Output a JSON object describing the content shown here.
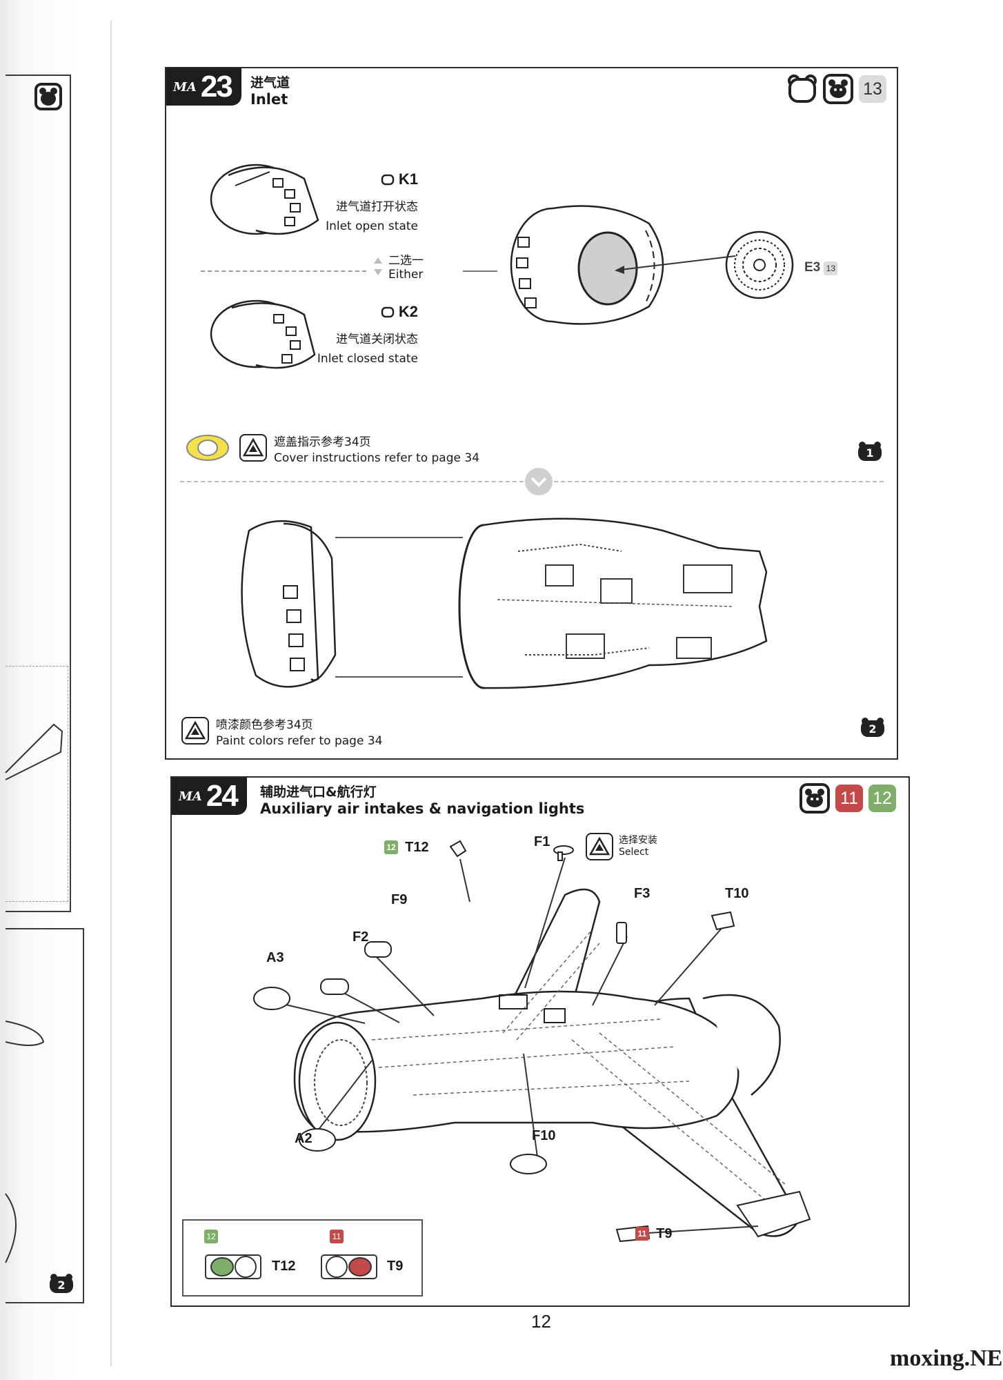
{
  "page": {
    "page_number": "12",
    "watermark": "moxing.NET"
  },
  "step23": {
    "number": "23",
    "brand": "MA",
    "title_cn": "进气道",
    "title_en": "Inlet",
    "header_badge": "13",
    "options": [
      {
        "part": "K1",
        "desc_cn": "进气道打开状态",
        "desc_en": "Inlet open state"
      },
      {
        "part": "K2",
        "desc_cn": "进气道关闭状态",
        "desc_en": "Inlet closed state"
      }
    ],
    "either_cn": "二选一",
    "either_en": "Either",
    "part_e3": "E3",
    "part_e3_sprue": "13",
    "cover_note_cn": "遮盖指示参考34页",
    "cover_note_en": "Cover instructions refer to page 34",
    "paint_note_cn": "喷漆颜色参考34页",
    "paint_note_en": "Paint colors refer to page 34",
    "sub1": "1",
    "sub2": "2"
  },
  "step24": {
    "number": "24",
    "brand": "MA",
    "title_cn": "辅助进气口&航行灯",
    "title_en": "Auxiliary air intakes & navigation lights",
    "header_badges": [
      "11",
      "12"
    ],
    "select_cn": "选择安装",
    "select_en": "Select",
    "parts": {
      "t12": "T12",
      "t12_sprue": "12",
      "f1": "F1",
      "f9": "F9",
      "f3": "F3",
      "t10": "T10",
      "f2": "F2",
      "a3": "A3",
      "a2": "A2",
      "f10": "F10",
      "t9": "T9",
      "t9_sprue": "11"
    },
    "legend": [
      {
        "sprue": "12",
        "part": "T12"
      },
      {
        "sprue": "11",
        "part": "T9"
      }
    ]
  },
  "left_page_fragment": {
    "sub2": "2"
  },
  "colors": {
    "red": "#c44a4a",
    "green": "#7fae6a",
    "gray": "#dcdcdc",
    "ink": "#1e1e1e"
  }
}
